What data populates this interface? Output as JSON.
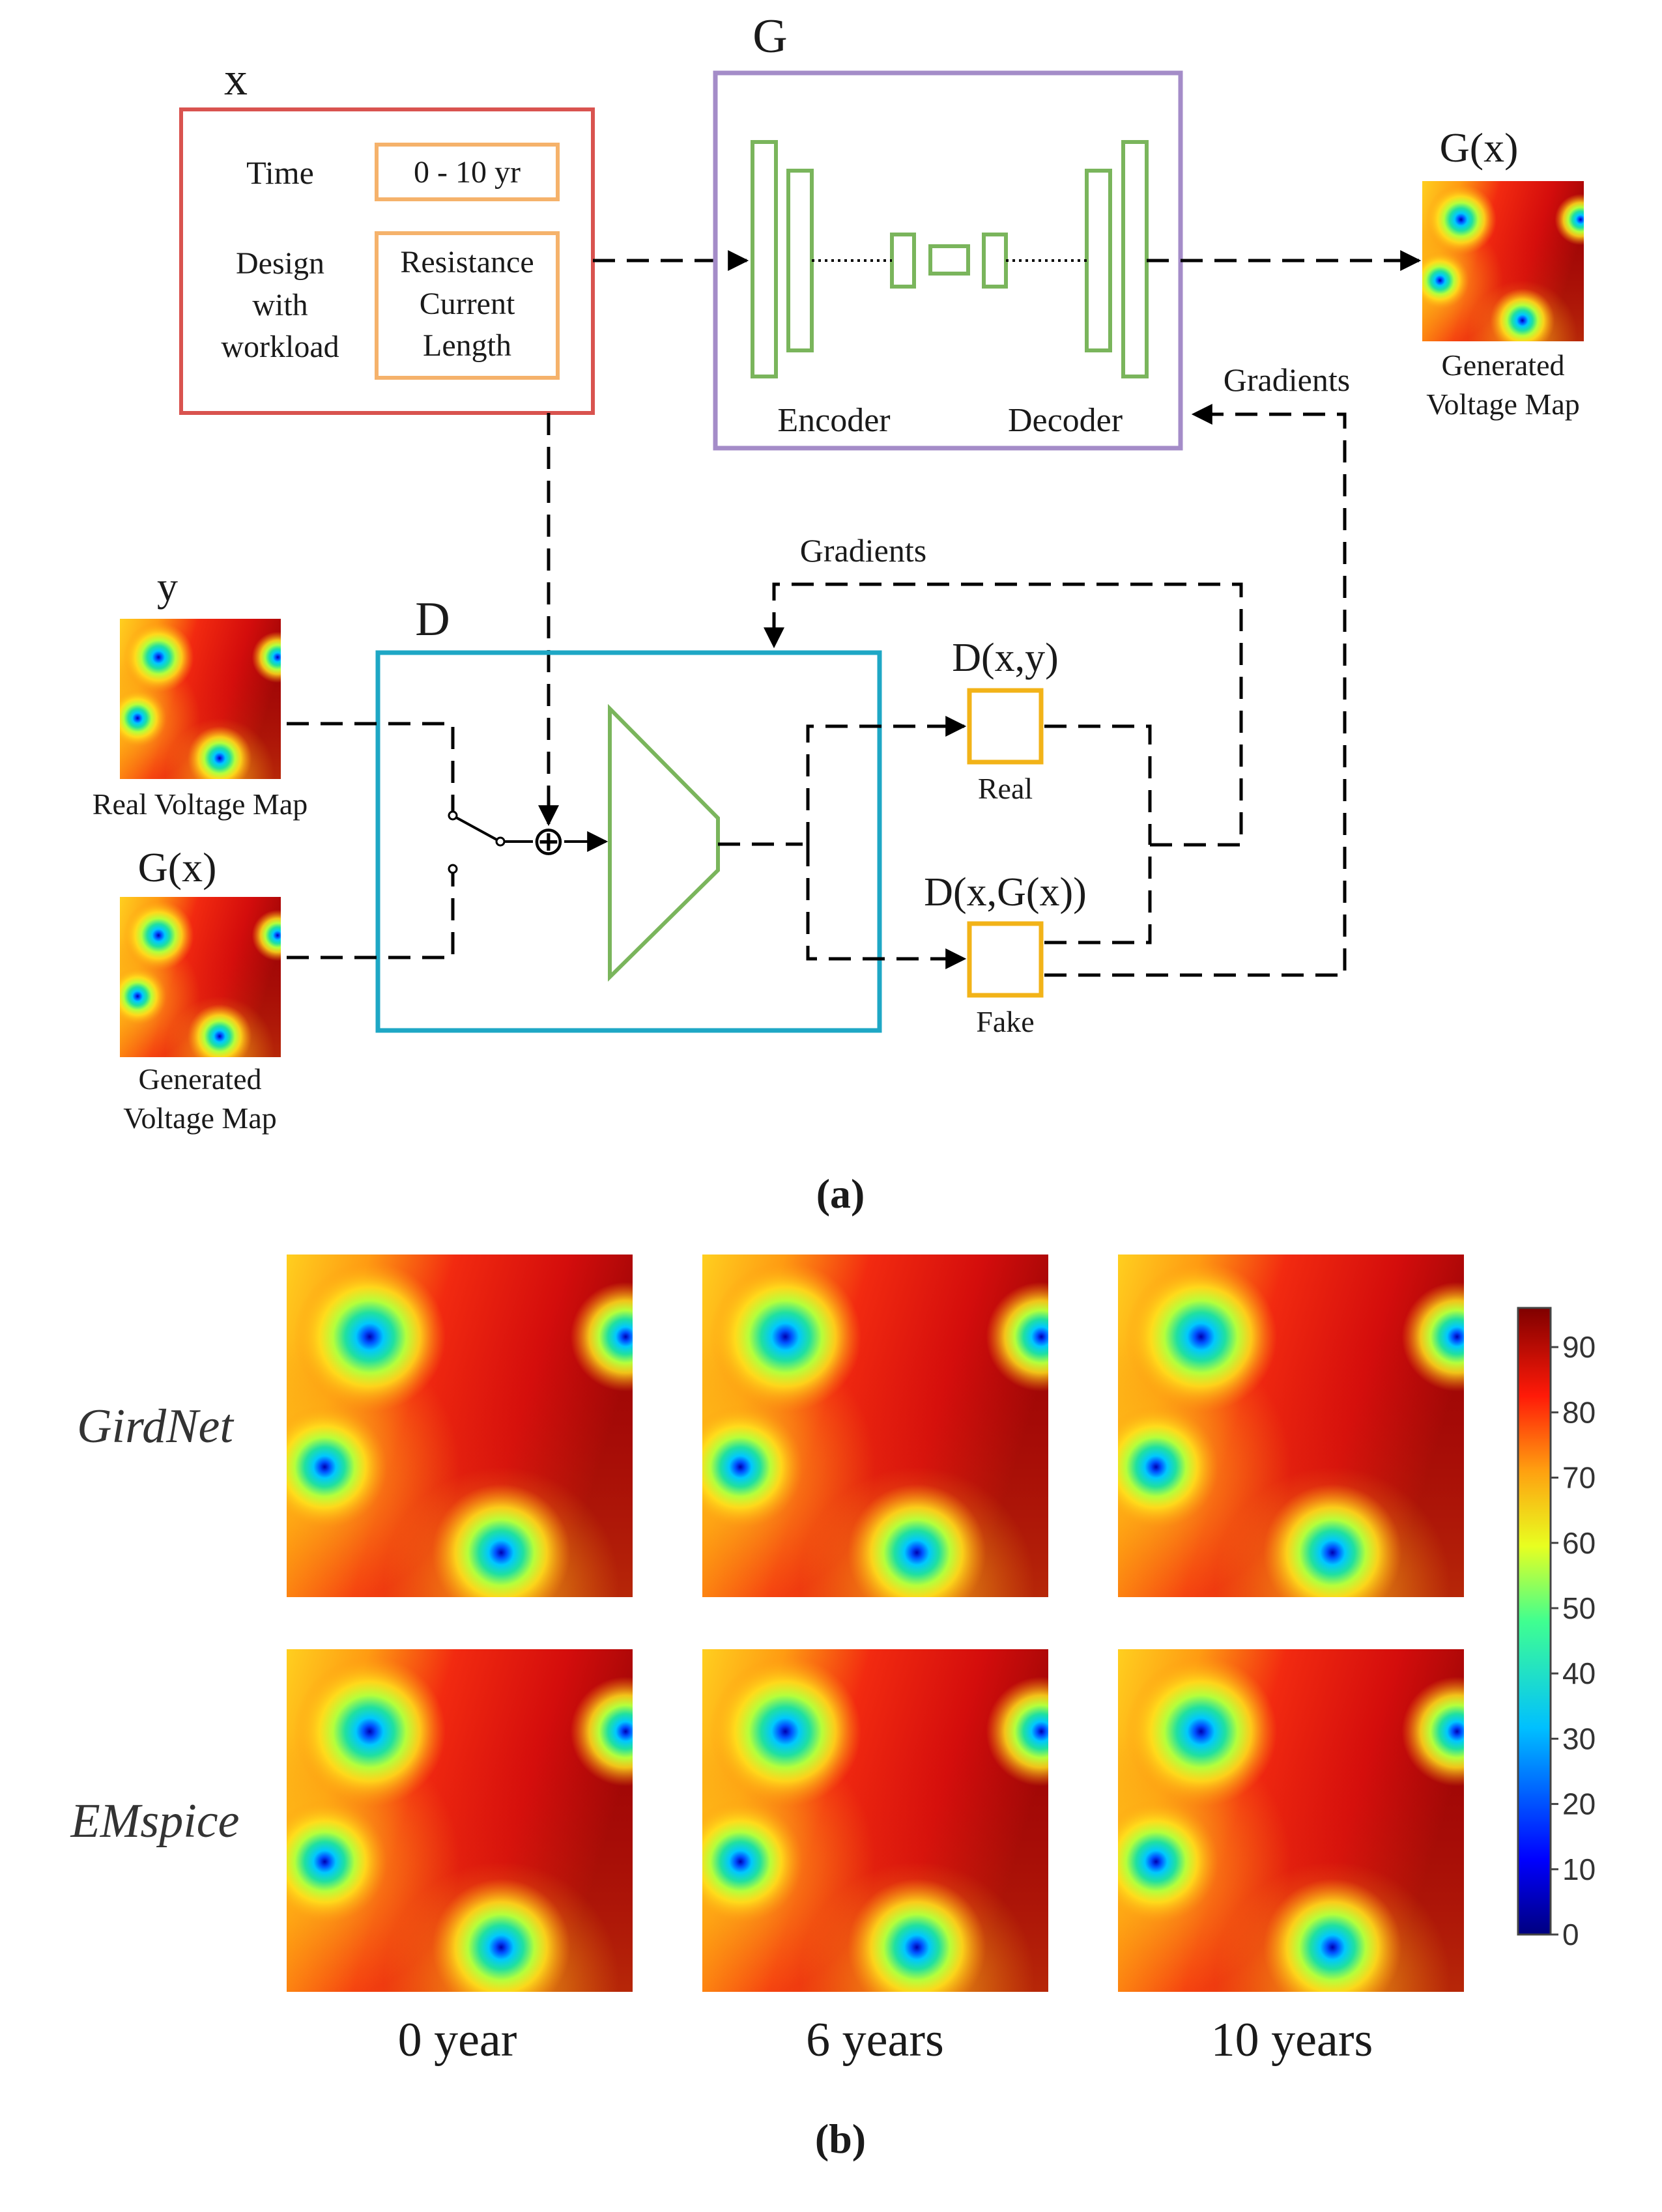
{
  "panel_a": {
    "label": "(a)",
    "x_label": "x",
    "g_label": "G",
    "gx_label": "G(x)",
    "y_label": "y",
    "d_label": "D",
    "gx2_label": "G(x)",
    "time_label": "Time",
    "time_value": "0 - 10 yr",
    "design_lines": [
      "Design",
      "with",
      "workload"
    ],
    "param_lines": [
      "Resistance",
      "Current",
      "Length"
    ],
    "encoder_label": "Encoder",
    "decoder_label": "Decoder",
    "generated_map_lines": [
      "Generated",
      "Voltage Map"
    ],
    "real_map_label": "Real Voltage Map",
    "generated_map2_lines": [
      "Generated",
      "Voltage Map"
    ],
    "gradients_g": "Gradients",
    "gradients_d": "Gradients",
    "dxy_label": "D(x,y)",
    "dxgx_label": "D(x,G(x))",
    "real_label": "Real",
    "fake_label": "Fake",
    "plus_symbol": "⊕"
  },
  "panel_b": {
    "label": "(b)",
    "rows": [
      "GirdNet",
      "EMspice"
    ],
    "columns": [
      "0 year",
      "6 years",
      "10 years"
    ],
    "colorbar_ticks": [
      "90",
      "80",
      "70",
      "60",
      "50",
      "40",
      "30",
      "20",
      "10",
      "0"
    ]
  },
  "colors": {
    "x_box": "#d9534f",
    "x_inner": "#f5b26b",
    "g_box": "#a48cc8",
    "layers": "#7ab55c",
    "d_box": "#1ea7c5",
    "out_box": "#f2b318"
  }
}
